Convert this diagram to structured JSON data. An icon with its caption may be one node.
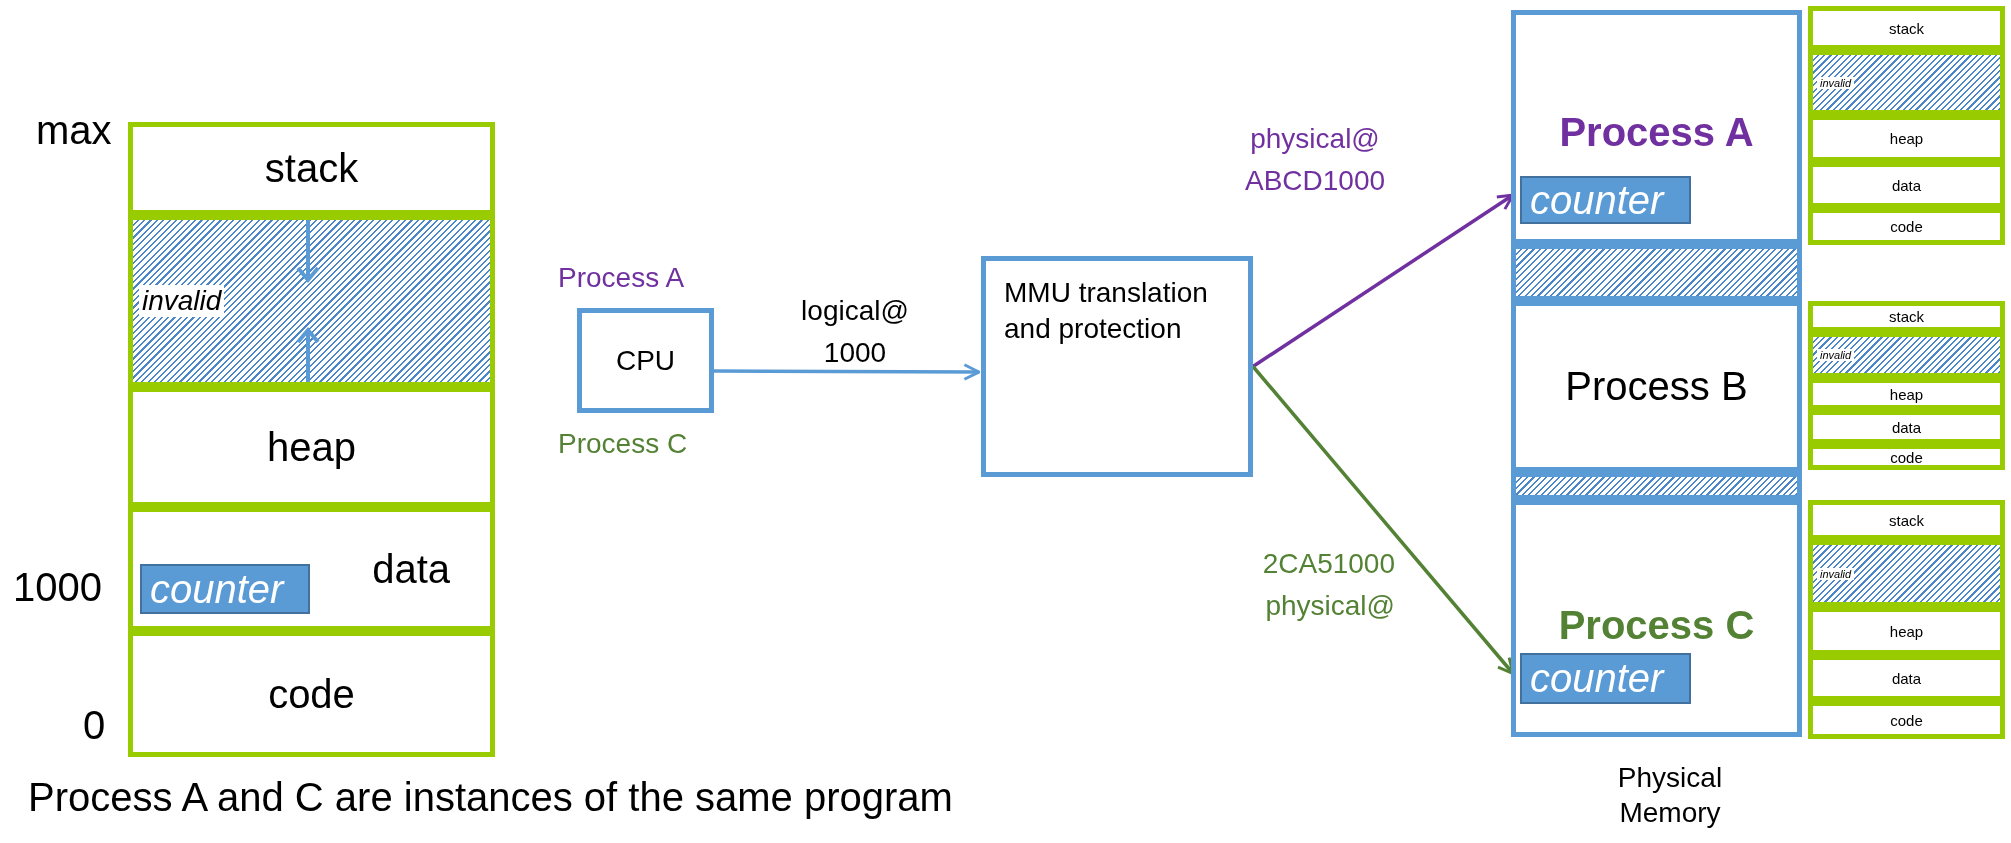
{
  "diagram": {
    "caption": "Process A and C are instances of the same program",
    "nodes": [
      {
        "text": [
          "stack"
        ]
      },
      {
        "text": [
          "invalid"
        ]
      },
      {
        "text": [
          "heap"
        ]
      },
      {
        "text": [
          "data"
        ]
      },
      {
        "text": [
          "counter"
        ],
        "in": 3
      },
      {
        "text": [
          "code"
        ]
      },
      {
        "text": [
          "CPU"
        ],
        "beside": [
          "Process A",
          "Process C"
        ]
      },
      {
        "text": [
          "MMU translation and protection"
        ]
      },
      {
        "text": [
          "Process A"
        ]
      },
      {
        "text": [
          "counter"
        ],
        "in": 8
      },
      {
        "text": [],
        "shape": "box"
      },
      {
        "text": [
          "Process B"
        ]
      },
      {
        "text": [],
        "shape": "box"
      },
      {
        "text": [
          "Process C"
        ]
      },
      {
        "text": [
          "counter"
        ],
        "in": 13
      },
      {
        "text": [
          "stack"
        ]
      },
      {
        "text": [
          "invalid"
        ]
      },
      {
        "text": [
          "heap"
        ]
      },
      {
        "text": [
          "data"
        ]
      },
      {
        "text": [
          "code"
        ]
      },
      {
        "text": [
          "stack"
        ]
      },
      {
        "text": [
          "invalid"
        ]
      },
      {
        "text": [
          "heap"
        ]
      },
      {
        "text": [
          "data"
        ]
      },
      {
        "text": [
          "code"
        ]
      },
      {
        "text": [
          "stack"
        ]
      },
      {
        "text": [
          "invalid"
        ]
      },
      {
        "text": [
          "heap"
        ]
      },
      {
        "text": [
          "data"
        ]
      },
      {
        "text": [
          "code"
        ]
      }
    ],
    "edges": [
      {
        "from": 6,
        "to": 7,
        "arrow": "to",
        "label": "logical@ 1000",
        "color": "#5b9bd5"
      },
      {
        "from": 7,
        "to": 9,
        "arrow": "to",
        "label": "physical@ ABCD1000",
        "color": "#7030a0"
      },
      {
        "from": 7,
        "to": 14,
        "arrow": "to",
        "label": "2CA51000 physical@",
        "color": "#548235"
      }
    ],
    "labels": [
      "max",
      "1000",
      "0",
      "Physical Memory"
    ]
  }
}
